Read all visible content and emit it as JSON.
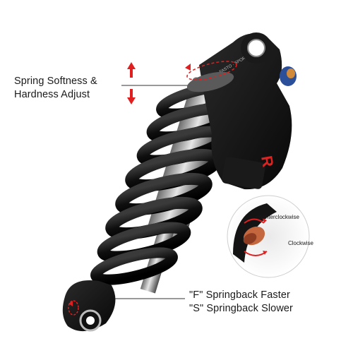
{
  "callouts": {
    "spring_adjust": {
      "line1": "Spring Softness &",
      "line2": "Hardness Adjust"
    },
    "rebound": {
      "line1": "\"F\" Springback Faster",
      "line2": "\"S\" Springback Slower"
    }
  },
  "inset": {
    "counterclockwise": "counterclockwise",
    "clockwise": "Clockwise"
  },
  "colors": {
    "accent_red": "#e02020",
    "body_black": "#141414",
    "knob_blue": "#2c4f9a",
    "knob_copper": "#c4673f"
  }
}
